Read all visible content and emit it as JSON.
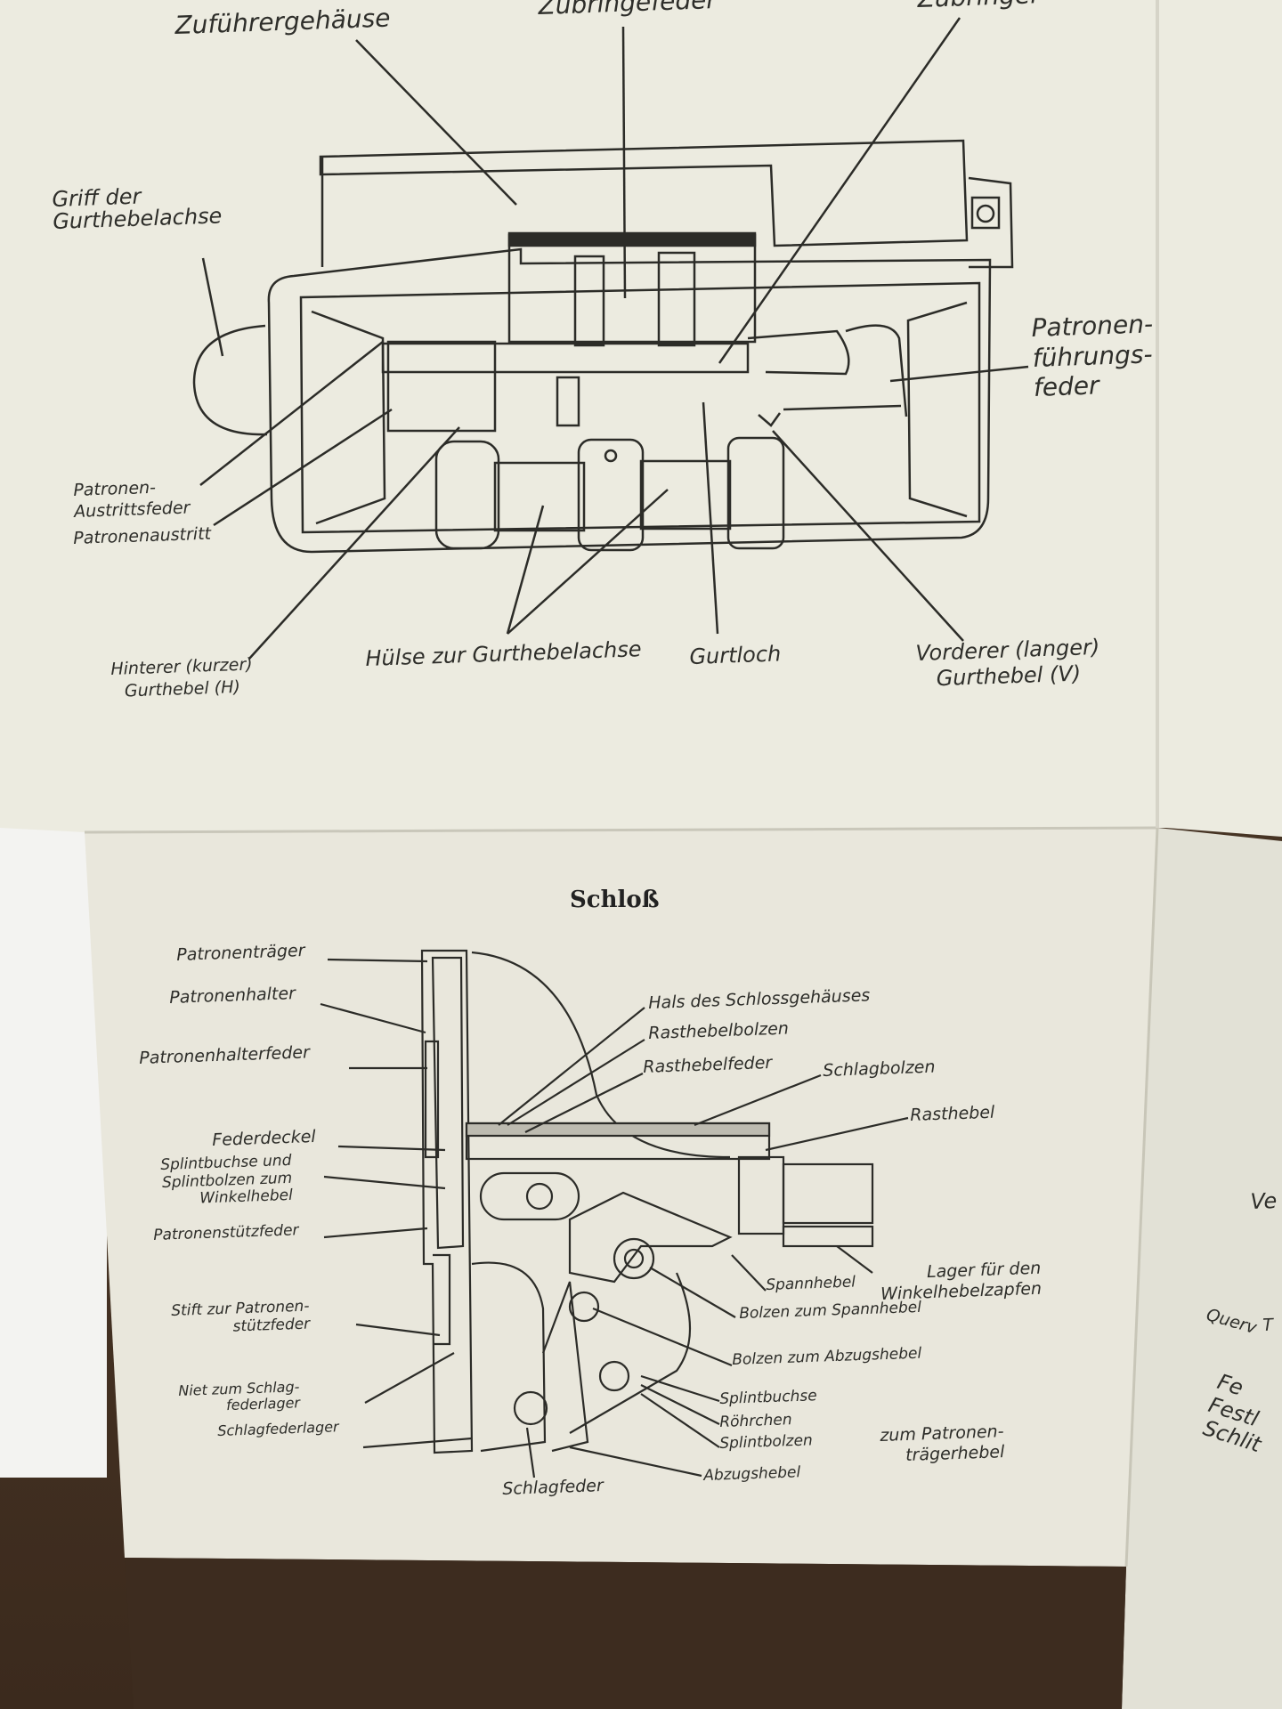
{
  "top_diagram": {
    "labels": {
      "zufuehrergehaeuse": "Zuführergehäuse",
      "zubringefeder": "Zubringefeder",
      "zubringer_partial": "Zubringer",
      "griff": "Griff der\nGurthebelachse",
      "patronenfuehrungsfeder": "Patronen-\nführungs-\nfeder",
      "austrittsfeder": "Patronen-\nAustrittsfeder",
      "patronenaustritt": "Patronenaustritt",
      "hinterer": "Hinterer (kurzer)\nGurthebel (H)",
      "huelse": "Hülse zur Gurthebelachse",
      "gurtloch": "Gurtloch",
      "vorderer": "Vorderer (langer)\nGurthebel (V)"
    }
  },
  "bottom_diagram": {
    "title": "Schloß",
    "labels": {
      "patronentraeger": "Patronenträger",
      "patronenhalter": "Patronenhalter",
      "patronenhalterfeder": "Patronenhalterfeder",
      "federdeckel": "Federdeckel",
      "splintbuchse": "Splintbuchse und\nSplintbolzen zum\nWinkelhebel",
      "patronenstuetzfeder": "Patronenstützfeder",
      "stift": "Stift zur Patronen-\nstützfeder",
      "niet": "Niet zum Schlag-\nfederlager",
      "schlagfederlager": "Schlagfederlager",
      "schlagfeder": "Schlagfeder",
      "hals": "Hals des Schlossgehäuses",
      "rasthebelbolzen": "Rasthebelbolzen",
      "rasthebelfeder": "Rasthebelfeder",
      "schlagbolzen": "Schlagbolzen",
      "rasthebel": "Rasthebel",
      "lager": "Lager für den\nWinkelhebelzapfen",
      "spannhebel": "Spannhebel",
      "bolzen_spannhebel": "Bolzen zum Spannhebel",
      "bolzen_abzugshebel": "Bolzen zum Abzugshebel",
      "splintbuchse2": "Splintbuchse",
      "roehrchen": "Röhrchen",
      "splintbolzen": "Splintbolzen",
      "zum_patronentraegerhebel": "zum Patronen-\nträgerhebel",
      "abzugshebel": "Abzugshebel"
    }
  },
  "side_page_fragments": {
    "ve": "Ve",
    "t": "T",
    "querv": "Querv",
    "fe": "Fe",
    "festl": "Festl",
    "schlit": "Schlit"
  }
}
